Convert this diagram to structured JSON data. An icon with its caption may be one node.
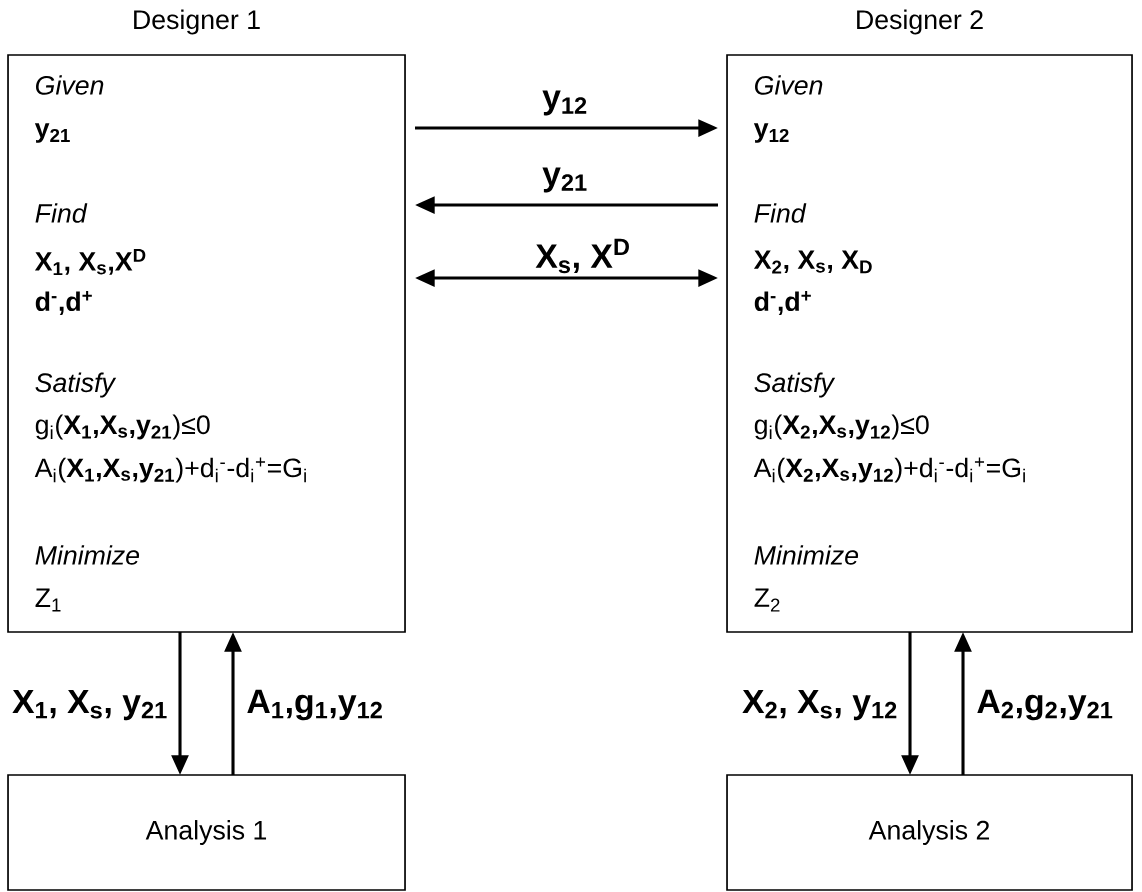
{
  "diagram": {
    "nodes": [
      {
        "text": [
          "Designer 1",
          "Given",
          "y$_{21}$",
          "Find",
          "X$_{1}$, X$_{s}$,X$^{D}$",
          "d$^{-}$,d$^{+}$",
          "Satisfy",
          "g$_{i}$(**X$_{1}$,X$_{s}$,y$_{21}$**)≤0",
          "A$_{i}$(**X$_{1}$,X$_{s}$,y$_{21}$**)+d$_{i}$$^{-}$-d$_{i}$$^{+}$=G$_{i}$",
          "Minimize",
          "Z$_{1}$"
        ]
      },
      {
        "text": [
          "Designer 2",
          "Given",
          "y$_{12}$",
          "Find",
          "X$_{2}$, X$_{s}$, X$_{D}$",
          "d$^{-}$,d$^{+}$",
          "Satisfy",
          "g$_{i}$(**X$_{2}$,X$_{s}$,y$_{12}$**)≤0",
          "A$_{i}$(**X$_{2}$,X$_{s}$,y$_{12}$**)+d$_{i}$$^{-}$-d$_{i}$$^{+}$=G$_{i}$",
          "Minimize",
          "Z$_{2}$"
        ]
      },
      {
        "text": [
          "Analysis 1"
        ]
      },
      {
        "text": [
          "Analysis 2"
        ]
      }
    ],
    "edges": [
      {
        "from": 0,
        "to": 1,
        "arrow": "to",
        "label": "y$_{12}$"
      },
      {
        "from": 1,
        "to": 0,
        "arrow": "to",
        "label": "y$_{21}$"
      },
      {
        "from": 0,
        "to": 1,
        "arrow": "both",
        "label": "X$_{s}$, X$^{D}$"
      },
      {
        "from": 0,
        "to": 2,
        "arrow": "to",
        "label": "X$_{1}$, X$_{s}$, y$_{21}$"
      },
      {
        "from": 2,
        "to": 0,
        "arrow": "to",
        "label": "A$_{1}$,g$_{1}$,y$_{12}$"
      },
      {
        "from": 1,
        "to": 3,
        "arrow": "to",
        "label": "X$_{2}$, X$_{s}$, y$_{12}$"
      },
      {
        "from": 3,
        "to": 1,
        "arrow": "to",
        "label": "A$_{2}$,g$_{2}$,y$_{21}$"
      }
    ]
  }
}
